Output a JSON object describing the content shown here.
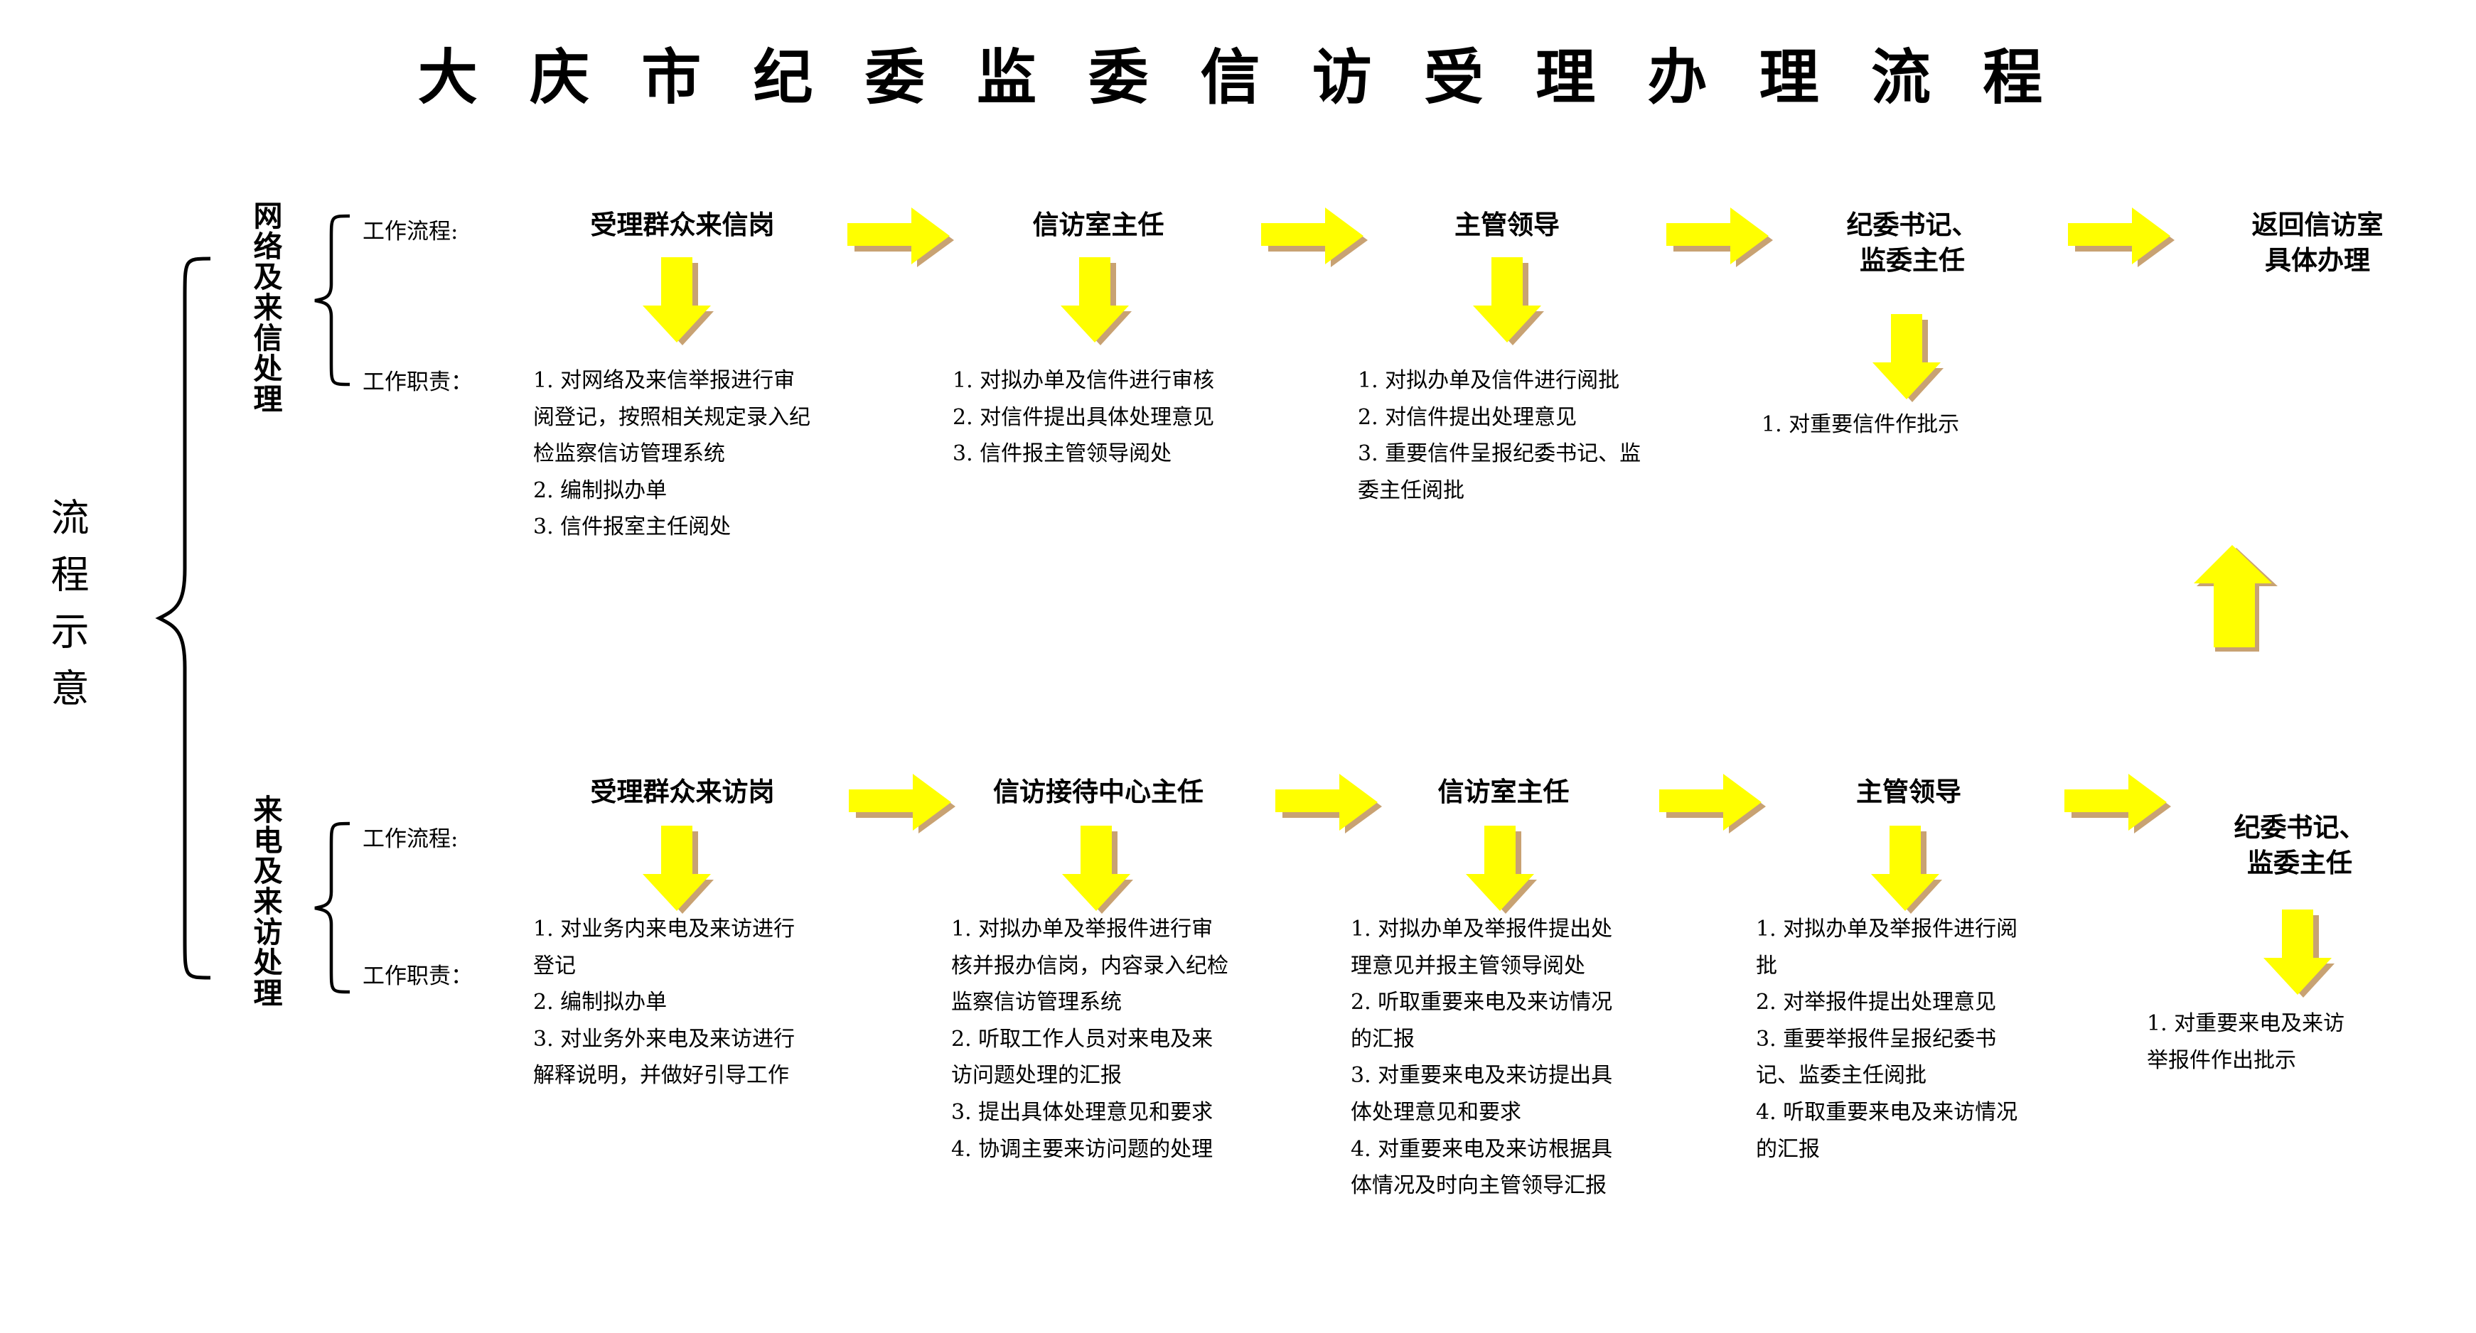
{
  "title": "大 庆 市 纪 委 监 委 信 访 受 理 办 理 流 程",
  "colors": {
    "arrow_fill": "#ffff00",
    "arrow_shadow": "#c8a273",
    "text": "#000000",
    "background": "#ffffff"
  },
  "left_axis": {
    "overall_label": "流程示意",
    "groups": [
      {
        "label": "网络及来信处理"
      },
      {
        "label": "来电及来访处理"
      }
    ]
  },
  "row_labels": {
    "workflow": "工作流程:",
    "duties": "工作职责："
  },
  "rows": [
    {
      "name": "网络及来信处理",
      "stages": [
        {
          "title": "受理群众来信岗",
          "duties": "1. 对网络及来信举报进行审\n阅登记，按照相关规定录入纪\n检监察信访管理系统\n2. 编制拟办单\n3. 信件报室主任阅处"
        },
        {
          "title": "信访室主任",
          "duties": "1. 对拟办单及信件进行审核\n2. 对信件提出具体处理意见\n3. 信件报主管领导阅处"
        },
        {
          "title": "主管领导",
          "duties": "1. 对拟办单及信件进行阅批\n2. 对信件提出处理意见\n3. 重要信件呈报纪委书记、监\n委主任阅批"
        },
        {
          "title": "纪委书记、\n监委主任",
          "duties": "1. 对重要信件作批示"
        },
        {
          "title": "返回信访室\n具体办理",
          "duties": ""
        }
      ]
    },
    {
      "name": "来电及来访处理",
      "stages": [
        {
          "title": "受理群众来访岗",
          "duties": "1. 对业务内来电及来访进行\n登记\n2.  编制拟办单\n3. 对业务外来电及来访进行\n解释说明，并做好引导工作"
        },
        {
          "title": "信访接待中心主任",
          "duties": "1. 对拟办单及举报件进行审\n核并报办信岗，内容录入纪检\n监察信访管理系统\n2. 听取工作人员对来电及来\n访问题处理的汇报\n3. 提出具体处理意见和要求\n4. 协调主要来访问题的处理"
        },
        {
          "title": "信访室主任",
          "duties": "1. 对拟办单及举报件提出处\n理意见并报主管领导阅处\n2. 听取重要来电及来访情况\n的汇报\n3. 对重要来电及来访提出具\n体处理意见和要求\n4.  对重要来电及来访根据具\n体情况及时向主管领导汇报"
        },
        {
          "title": "主管领导",
          "duties": "1. 对拟办单及举报件进行阅\n批\n2.  对举报件提出处理意见\n3.  重要举报件呈报纪委书\n记、监委主任阅批\n4. 听取重要来电及来访情况\n的汇报"
        },
        {
          "title": "纪委书记、\n监委主任",
          "duties": "1. 对重要来电及来访\n   举报件作出批示"
        }
      ]
    }
  ],
  "arrows": {
    "right_icon": "arrow-right-icon",
    "down_icon": "arrow-down-icon",
    "up_icon": "arrow-up-icon"
  }
}
